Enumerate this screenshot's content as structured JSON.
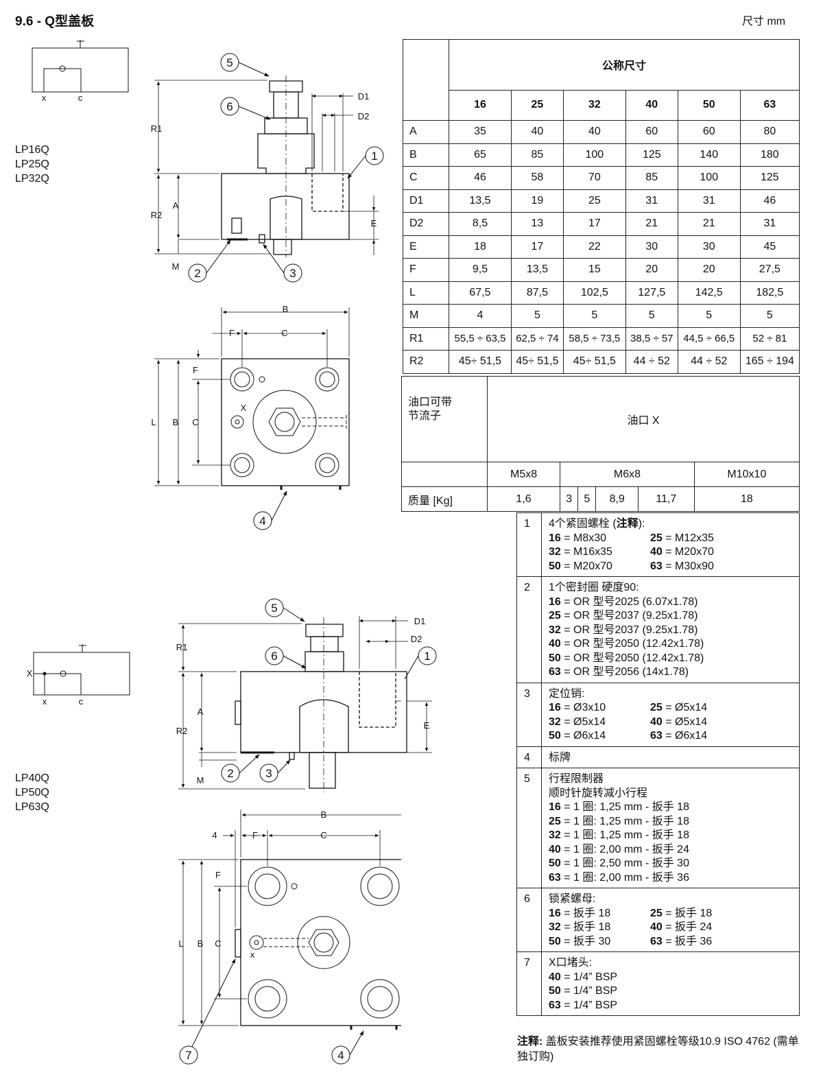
{
  "page": {
    "title": "9.6 - Q型盖板",
    "unit": "尺寸  mm"
  },
  "groups": [
    {
      "models": [
        "LP16Q",
        "LP25Q",
        "LP32Q"
      ]
    },
    {
      "models": [
        "LP40Q",
        "LP50Q",
        "LP63Q"
      ]
    }
  ],
  "drawings": {
    "symbol_port_x": "X",
    "symbol_port_x_lower": "x",
    "symbol_port_c": "c",
    "dim_labels": {
      "R1": "R1",
      "R2": "R2",
      "A": "A",
      "B": "B",
      "C": "C",
      "D1": "D1",
      "D2": "D2",
      "E": "E",
      "F": "F",
      "L": "L",
      "M": "M",
      "X": "X",
      "four": "4"
    },
    "balloons": [
      "1",
      "2",
      "3",
      "4",
      "5",
      "6",
      "7"
    ]
  },
  "dimension_table": {
    "header_title": "公称尺寸",
    "sizes": [
      "16",
      "25",
      "32",
      "40",
      "50",
      "63"
    ],
    "rows": [
      {
        "label": "A",
        "values": [
          "35",
          "40",
          "40",
          "60",
          "60",
          "80"
        ]
      },
      {
        "label": "B",
        "values": [
          "65",
          "85",
          "100",
          "125",
          "140",
          "180"
        ]
      },
      {
        "label": "C",
        "values": [
          "46",
          "58",
          "70",
          "85",
          "100",
          "125"
        ]
      },
      {
        "label": "D1",
        "values": [
          "13,5",
          "19",
          "25",
          "31",
          "31",
          "46"
        ]
      },
      {
        "label": "D2",
        "values": [
          "8,5",
          "13",
          "17",
          "21",
          "21",
          "31"
        ]
      },
      {
        "label": "E",
        "values": [
          "18",
          "17",
          "22",
          "30",
          "30",
          "45"
        ]
      },
      {
        "label": "F",
        "values": [
          "9,5",
          "13,5",
          "15",
          "20",
          "20",
          "27,5"
        ]
      },
      {
        "label": "L",
        "values": [
          "67,5",
          "87,5",
          "102,5",
          "127,5",
          "142,5",
          "182,5"
        ]
      },
      {
        "label": "M",
        "values": [
          "4",
          "5",
          "5",
          "5",
          "5",
          "5"
        ]
      },
      {
        "label": "R1",
        "values": [
          "55,5 ÷ 63,5",
          "62,5 ÷ 74",
          "58,5 ÷ 73,5",
          "38,5  ÷ 57",
          "44,5 ÷ 66,5",
          "52 ÷ 81"
        ]
      },
      {
        "label": "R2",
        "values": [
          "45÷ 51,5",
          "45÷ 51,5",
          "45÷ 51,5",
          "44 ÷ 52",
          "44 ÷ 52",
          "165 ÷ 194"
        ]
      }
    ]
  },
  "mass_table": {
    "label_line1": "油口可带",
    "label_line2": "节流子",
    "port_title": "油口 X",
    "threads": [
      "M5x8",
      "M6x8",
      "M10x10"
    ],
    "mass_label": "质量 [Kg]",
    "masses": [
      "1,6",
      "3",
      "5",
      "8,9",
      "11,7",
      "18"
    ]
  },
  "parts": [
    {
      "num": "1",
      "title": "4个紧固螺栓 (",
      "title_bold": "注释",
      "title_end": "):",
      "pairs": [
        [
          "16",
          " = M8x30"
        ],
        [
          "25",
          " = M12x35"
        ],
        [
          "32",
          " = M16x35"
        ],
        [
          "40",
          " = M20x70"
        ],
        [
          "50",
          " = M20x70"
        ],
        [
          "63",
          " = M30x90"
        ]
      ]
    },
    {
      "num": "2",
      "title": "1个密封圈 硬度90:",
      "lines": [
        [
          "16",
          " = OR 型号2025 (6.07x1.78)"
        ],
        [
          "25",
          " = OR 型号2037 (9.25x1.78)"
        ],
        [
          "32",
          " = OR 型号2037 (9.25x1.78)"
        ],
        [
          "40",
          " = OR 型号2050 (12.42x1.78)"
        ],
        [
          "50",
          " = OR 型号2050 (12.42x1.78)"
        ],
        [
          "63",
          " = OR 型号2056 (14x1.78)"
        ]
      ]
    },
    {
      "num": "3",
      "title": "定位销:",
      "pairs": [
        [
          "16",
          " = Ø3x10"
        ],
        [
          "25",
          " = Ø5x14"
        ],
        [
          "32",
          " = Ø5x14"
        ],
        [
          "40",
          " = Ø5x14"
        ],
        [
          "50",
          " = Ø6x14"
        ],
        [
          "63",
          " = Ø6x14"
        ]
      ]
    },
    {
      "num": "4",
      "title": "标牌"
    },
    {
      "num": "5",
      "title": "行程限制器",
      "subtitle": "顺时针旋转减小行程",
      "lines": [
        [
          "16",
          " = 1 圈:  1,25 mm - 扳手 18"
        ],
        [
          "25",
          " = 1 圈:  1,25 mm - 扳手 18"
        ],
        [
          "32",
          " = 1 圈:  1,25 mm - 扳手 18"
        ],
        [
          "40",
          " = 1 圈:  2,00 mm - 扳手 24"
        ],
        [
          "50",
          " = 1 圈:  2,50 mm - 扳手 30"
        ],
        [
          "63",
          " = 1 圈:  2,00 mm - 扳手 36"
        ]
      ]
    },
    {
      "num": "6",
      "title": "锁紧螺母:",
      "pairs": [
        [
          "16",
          " = 扳手 18"
        ],
        [
          "25",
          " = 扳手 18"
        ],
        [
          "32",
          " = 扳手 18"
        ],
        [
          "40",
          " = 扳手 24"
        ],
        [
          "50",
          " = 扳手 30"
        ],
        [
          "63",
          " = 扳手 36"
        ]
      ]
    },
    {
      "num": "7",
      "title": "X口堵头:",
      "lines": [
        [
          "40",
          " = 1/4” BSP"
        ],
        [
          "50",
          " = 1/4” BSP"
        ],
        [
          "63",
          " = 1/4” BSP"
        ]
      ]
    }
  ],
  "footnote": {
    "label": "注释:",
    "text": " 盖板安装推荐使用紧固螺栓等级10.9 ISO 4762 (需单独订购)"
  }
}
